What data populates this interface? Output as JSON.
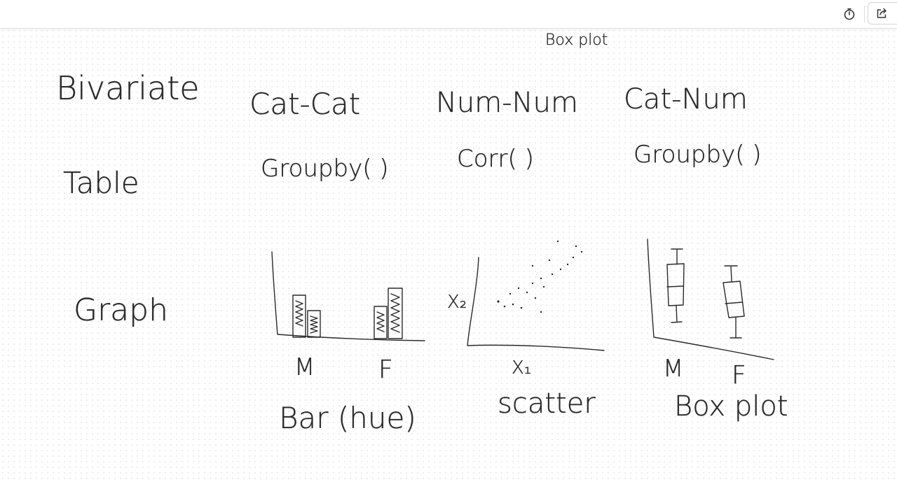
{
  "toolbar": {
    "timer_icon": "stopwatch-icon",
    "share_icon": "share-icon"
  },
  "whiteboard": {
    "ink_color": "#2a2a2a",
    "top_note": "Box plot",
    "title": "Bivariate",
    "columns": [
      "Cat-Cat",
      "Num-Num",
      "Cat-Num"
    ],
    "row_labels": {
      "table": "Table",
      "graph": "Graph"
    },
    "table_functions": [
      "Groupby( )",
      "Corr( )",
      "Groupby( )"
    ],
    "bar_sketch": {
      "categories": [
        "M",
        "F"
      ],
      "caption": "Bar (hue)"
    },
    "scatter_sketch": {
      "y_label": "X₂",
      "x_label": "X₁",
      "caption": "scatter"
    },
    "box_sketch": {
      "categories": [
        "M",
        "F"
      ],
      "caption": "Box plot"
    }
  }
}
